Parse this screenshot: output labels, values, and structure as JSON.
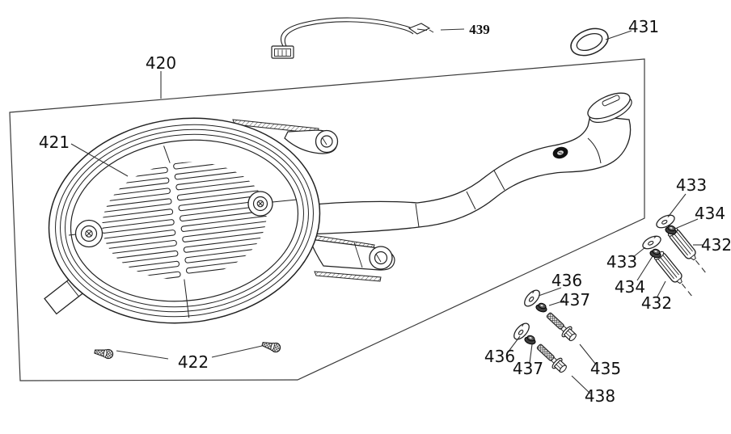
{
  "diagram": {
    "kind": "exploded-parts-diagram",
    "background_color": "#ffffff",
    "line_color": "#222222",
    "labels": {
      "l420": "420",
      "l421": "421",
      "l422": "422",
      "l431": "431",
      "l432": "432",
      "l433": "433",
      "l434": "434",
      "l435": "435",
      "l436": "436",
      "l437": "437",
      "l438": "438",
      "l439": "439"
    }
  }
}
